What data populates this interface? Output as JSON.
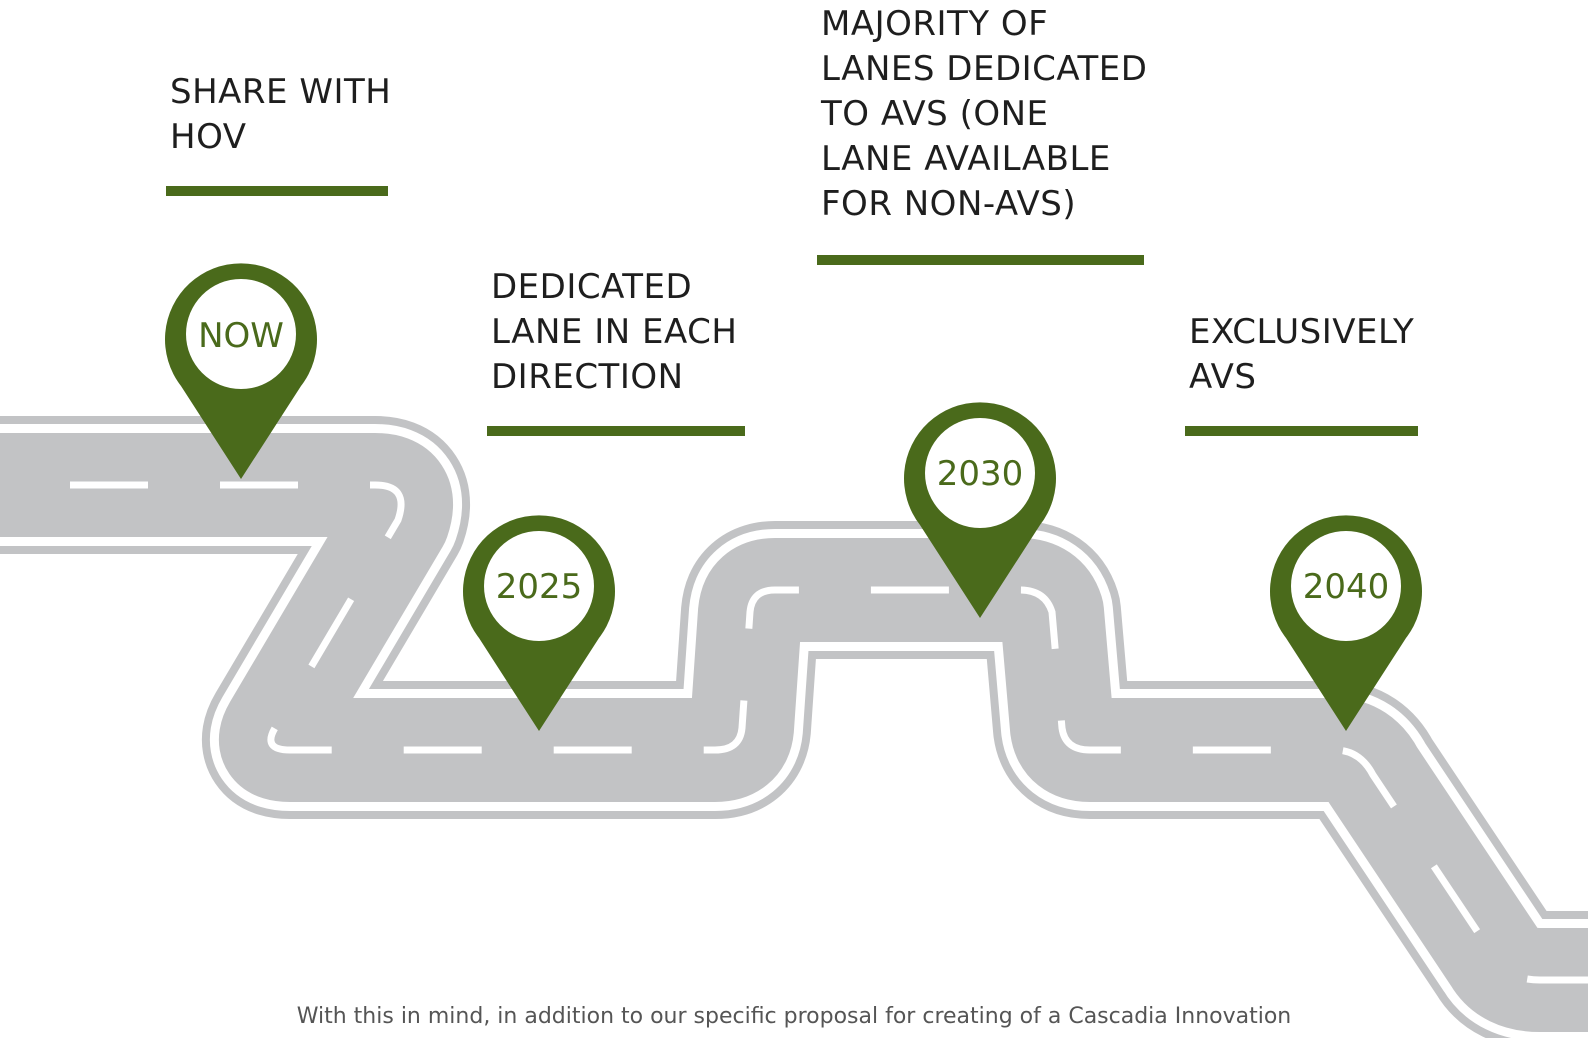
{
  "milestones": [
    {
      "year": "NOW",
      "text": "SHARE WITH HOV"
    },
    {
      "year": "2025",
      "text": "DEDICATED LANE IN EACH DIRECTION"
    },
    {
      "year": "2030",
      "text": "MAJORITY OF LANES DEDICATED TO AVS (ONE LANE AVAILABLE FOR NON-AVS)"
    },
    {
      "year": "2040",
      "text": "EXCLUSIVELY AVS"
    }
  ],
  "caption": "With this in mind, in addition to our specific proposal for creating of a Cascadia Innovation",
  "colors": {
    "pin": "#4a6a1b",
    "road": "#c2c3c5",
    "road_edge": "#c2c3c5",
    "lane_marks": "#ffffff"
  },
  "icons": [
    "map-pin-icon",
    "road-icon"
  ]
}
